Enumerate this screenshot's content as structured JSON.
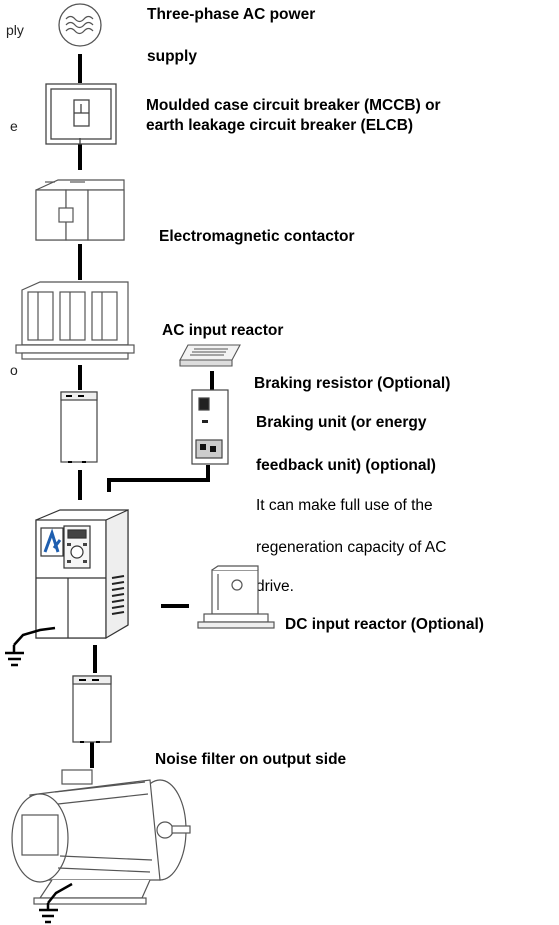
{
  "labels": {
    "power_line1": "Three-phase AC power",
    "power_line2": "supply",
    "breaker_line1": "Moulded case circuit breaker (MCCB) or",
    "breaker_line2": "earth leakage circuit breaker (ELCB)",
    "contactor": "Electromagnetic contactor",
    "ac_reactor": "AC input reactor",
    "braking_resistor": "Braking resistor (Optional)",
    "braking_unit_line1": "Braking unit (or energy",
    "braking_unit_line2": "feedback unit) (optional)",
    "regen_line1": "It can make full use of the",
    "regen_line2": "regeneration capacity of AC",
    "regen_line3": "drive.",
    "dc_reactor": "DC input reactor (Optional)",
    "output_filter": "Noise filter on output side"
  },
  "edge_fragments": {
    "left_1": "ply",
    "left_2": "e",
    "left_3": "o"
  },
  "drive_logo_text": "A"
}
